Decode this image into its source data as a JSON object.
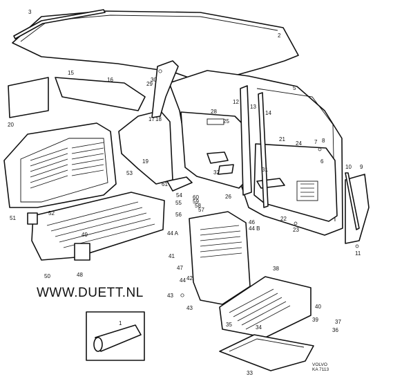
{
  "watermark": "WWW.DUETT.NL",
  "brand": {
    "name": "VOLVO",
    "code": "KA 7113"
  },
  "callouts": [
    {
      "id": "c1",
      "text": "1"
    },
    {
      "id": "c2",
      "text": "2"
    },
    {
      "id": "c3",
      "text": "3"
    },
    {
      "id": "c5",
      "text": "5"
    },
    {
      "id": "c6",
      "text": "6"
    },
    {
      "id": "c7",
      "text": "7"
    },
    {
      "id": "c8",
      "text": "8"
    },
    {
      "id": "c9",
      "text": "9"
    },
    {
      "id": "c10",
      "text": "10"
    },
    {
      "id": "c11",
      "text": "11"
    },
    {
      "id": "c12",
      "text": "12"
    },
    {
      "id": "c13",
      "text": "13"
    },
    {
      "id": "c14",
      "text": "14"
    },
    {
      "id": "c15",
      "text": "15"
    },
    {
      "id": "c16",
      "text": "16"
    },
    {
      "id": "c17",
      "text": "17"
    },
    {
      "id": "c18",
      "text": "18"
    },
    {
      "id": "c19",
      "text": "19"
    },
    {
      "id": "c20",
      "text": "20"
    },
    {
      "id": "c21",
      "text": "21"
    },
    {
      "id": "c22",
      "text": "22"
    },
    {
      "id": "c23",
      "text": "23"
    },
    {
      "id": "c24",
      "text": "24"
    },
    {
      "id": "c25",
      "text": "25"
    },
    {
      "id": "c26",
      "text": "26"
    },
    {
      "id": "c28",
      "text": "28"
    },
    {
      "id": "c29",
      "text": "29"
    },
    {
      "id": "c30",
      "text": "30"
    },
    {
      "id": "c31",
      "text": "31"
    },
    {
      "id": "c32",
      "text": "32"
    },
    {
      "id": "c33",
      "text": "33"
    },
    {
      "id": "c34",
      "text": "34"
    },
    {
      "id": "c35",
      "text": "35"
    },
    {
      "id": "c36",
      "text": "36"
    },
    {
      "id": "c37",
      "text": "37"
    },
    {
      "id": "c38",
      "text": "38"
    },
    {
      "id": "c39",
      "text": "39"
    },
    {
      "id": "c40",
      "text": "40"
    },
    {
      "id": "c41",
      "text": "41"
    },
    {
      "id": "c42",
      "text": "42"
    },
    {
      "id": "c43a",
      "text": "43"
    },
    {
      "id": "c43b",
      "text": "43"
    },
    {
      "id": "c44",
      "text": "44"
    },
    {
      "id": "c44a",
      "text": "44 A"
    },
    {
      "id": "c44b",
      "text": "44 B"
    },
    {
      "id": "c46",
      "text": "46"
    },
    {
      "id": "c47",
      "text": "47"
    },
    {
      "id": "c48",
      "text": "48"
    },
    {
      "id": "c49",
      "text": "49"
    },
    {
      "id": "c50",
      "text": "50"
    },
    {
      "id": "c51",
      "text": "51"
    },
    {
      "id": "c52",
      "text": "52"
    },
    {
      "id": "c53",
      "text": "53"
    },
    {
      "id": "c54",
      "text": "54"
    },
    {
      "id": "c55",
      "text": "55"
    },
    {
      "id": "c56",
      "text": "56"
    },
    {
      "id": "c57",
      "text": "57"
    },
    {
      "id": "c58",
      "text": "58"
    },
    {
      "id": "c59",
      "text": "59"
    },
    {
      "id": "c60",
      "text": "60"
    },
    {
      "id": "c61",
      "text": "61"
    }
  ]
}
